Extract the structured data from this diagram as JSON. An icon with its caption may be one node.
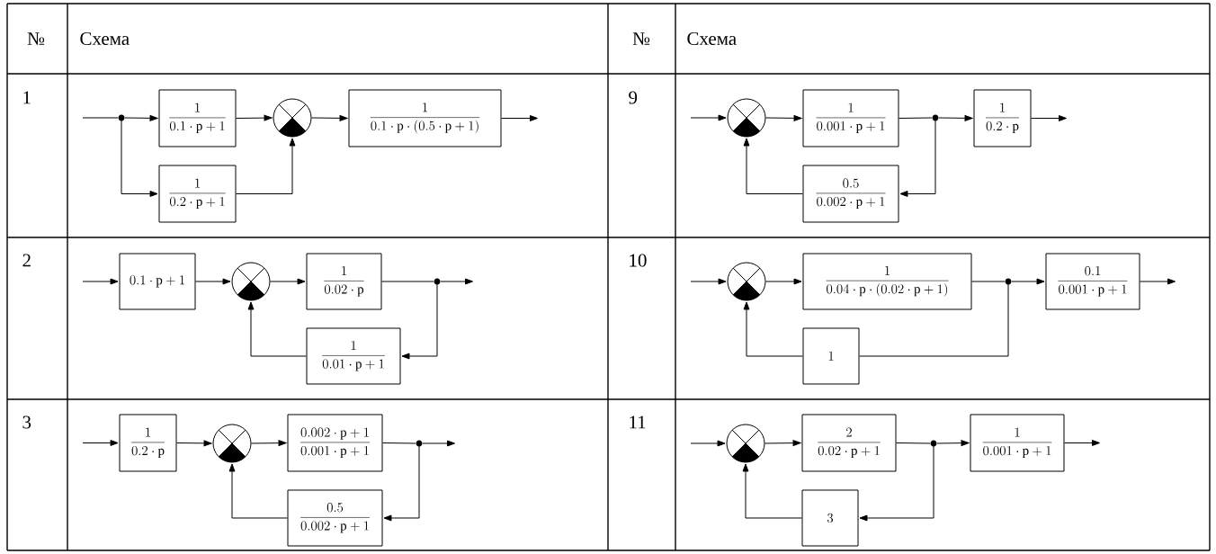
{
  "diagram": {
    "nodes": [
      {
        "text": [],
        "shape": "dot"
      },
      {
        "text": [
          "\\frac{1}{0.1\\cdot \\mathrm{p}+1}"
        ]
      },
      {
        "text": [],
        "shape": "circle"
      },
      {
        "text": [
          "\\frac{1}{0.1\\cdot \\mathrm{p}\\cdot \\left(0.5\\cdot \\mathrm{p}+1\\right)}"
        ]
      },
      {
        "text": [
          "\\frac{1}{0.2\\cdot \\mathrm{p}+1}"
        ]
      },
      {
        "text": [],
        "shape": "circle"
      },
      {
        "text": [
          "\\frac{1}{0.001\\cdot \\mathrm{p}+1}"
        ]
      },
      {
        "text": [],
        "shape": "dot"
      },
      {
        "text": [
          "\\frac{1}{0.2\\cdot \\mathrm{p}}"
        ]
      },
      {
        "text": [
          "\\frac{0.5}{0.002\\cdot \\mathrm{p}+1}"
        ]
      },
      {
        "text": [
          "0.1\\cdot \\mathrm{p}+1"
        ]
      },
      {
        "text": [],
        "shape": "circle"
      },
      {
        "text": [
          "\\frac{1}{0.02\\cdot \\mathrm{p}}"
        ]
      },
      {
        "text": [],
        "shape": "dot"
      },
      {
        "text": [
          "\\frac{1}{0.01\\cdot \\mathrm{p}+1}"
        ]
      },
      {
        "text": [],
        "shape": "circle"
      },
      {
        "text": [
          "\\frac{1}{0.04\\cdot \\mathrm{p}\\cdot \\left(0.02\\cdot \\mathrm{p}+1\\right)}"
        ]
      },
      {
        "text": [],
        "shape": "dot"
      },
      {
        "text": [
          "\\frac{0.1}{0.001\\cdot \\mathrm{p}+1}"
        ]
      },
      {
        "text": [
          "1"
        ]
      },
      {
        "text": [
          "\\frac{1}{0.2\\cdot \\mathrm{p}}"
        ]
      },
      {
        "text": [],
        "shape": "circle"
      },
      {
        "text": [
          "\\frac{0.002\\cdot \\mathrm{p}+1}{0.001\\cdot \\mathrm{p}+1}"
        ]
      },
      {
        "text": [],
        "shape": "dot"
      },
      {
        "text": [
          "\\frac{0.5}{0.002\\cdot \\mathrm{p}+1}"
        ]
      },
      {
        "text": [],
        "shape": "circle"
      },
      {
        "text": [
          "\\frac{2}{0.02\\cdot \\mathrm{p}+1}"
        ]
      },
      {
        "text": [],
        "shape": "dot"
      },
      {
        "text": [
          "\\frac{1}{0.001\\cdot \\mathrm{p}+1}"
        ]
      },
      {
        "text": [
          "3"
        ]
      }
    ],
    "edges": [
      {
        "from": null,
        "to": 0,
        "arrow": "none"
      },
      {
        "from": 0,
        "to": 1,
        "arrow": "to"
      },
      {
        "from": 1,
        "to": 2,
        "arrow": "to"
      },
      {
        "from": 2,
        "to": 3,
        "arrow": "to"
      },
      {
        "from": 3,
        "to": null,
        "arrow": "to"
      },
      {
        "from": 0,
        "to": 4,
        "arrow": "to"
      },
      {
        "from": 4,
        "to": 2,
        "arrow": "to"
      },
      {
        "from": null,
        "to": 5,
        "arrow": "to"
      },
      {
        "from": 5,
        "to": 6,
        "arrow": "to"
      },
      {
        "from": 6,
        "to": 7,
        "arrow": "none"
      },
      {
        "from": 7,
        "to": 8,
        "arrow": "to"
      },
      {
        "from": 8,
        "to": null,
        "arrow": "to"
      },
      {
        "from": 7,
        "to": 9,
        "arrow": "to"
      },
      {
        "from": 9,
        "to": 5,
        "arrow": "to"
      },
      {
        "from": null,
        "to": 10,
        "arrow": "to"
      },
      {
        "from": 10,
        "to": 11,
        "arrow": "to"
      },
      {
        "from": 11,
        "to": 12,
        "arrow": "to"
      },
      {
        "from": 12,
        "to": 13,
        "arrow": "none"
      },
      {
        "from": 13,
        "to": null,
        "arrow": "to"
      },
      {
        "from": 13,
        "to": 14,
        "arrow": "to"
      },
      {
        "from": 14,
        "to": 11,
        "arrow": "to"
      },
      {
        "from": null,
        "to": 15,
        "arrow": "to"
      },
      {
        "from": 15,
        "to": 16,
        "arrow": "to"
      },
      {
        "from": 16,
        "to": 17,
        "arrow": "none"
      },
      {
        "from": 17,
        "to": 18,
        "arrow": "to"
      },
      {
        "from": 18,
        "to": null,
        "arrow": "to"
      },
      {
        "from": 17,
        "to": 19,
        "arrow": "none"
      },
      {
        "from": 19,
        "to": 15,
        "arrow": "to"
      },
      {
        "from": null,
        "to": 20,
        "arrow": "to"
      },
      {
        "from": 20,
        "to": 21,
        "arrow": "to"
      },
      {
        "from": 21,
        "to": 22,
        "arrow": "to"
      },
      {
        "from": 22,
        "to": 23,
        "arrow": "none"
      },
      {
        "from": 23,
        "to": null,
        "arrow": "to"
      },
      {
        "from": 23,
        "to": 24,
        "arrow": "to"
      },
      {
        "from": 24,
        "to": 21,
        "arrow": "to"
      },
      {
        "from": null,
        "to": 25,
        "arrow": "to"
      },
      {
        "from": 25,
        "to": 26,
        "arrow": "to"
      },
      {
        "from": 26,
        "to": 27,
        "arrow": "none"
      },
      {
        "from": 27,
        "to": 28,
        "arrow": "to"
      },
      {
        "from": 28,
        "to": null,
        "arrow": "to"
      },
      {
        "from": 27,
        "to": 29,
        "arrow": "to"
      },
      {
        "from": 29,
        "to": 25,
        "arrow": "to"
      }
    ],
    "labels": [
      "№",
      "Схема",
      "№",
      "Схема",
      "1",
      "9",
      "2",
      "10",
      "3",
      "11"
    ]
  }
}
